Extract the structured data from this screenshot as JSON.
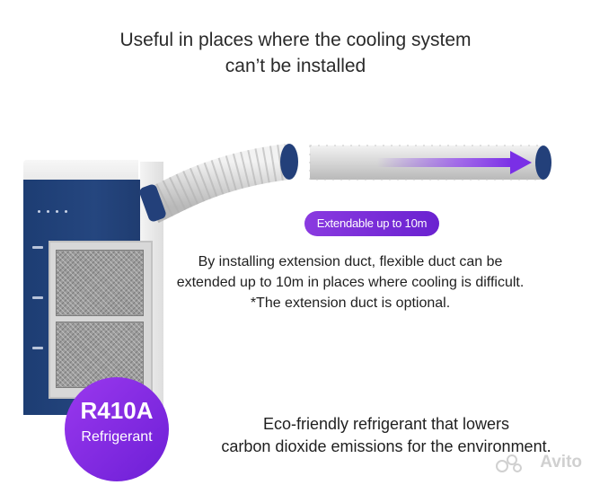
{
  "headline": {
    "line1": "Useful in places where the cooling system",
    "line2": "can’t be installed"
  },
  "pill_label": "Extendable up to 10m",
  "description": {
    "line1": "By installing extension duct, flexible duct can be",
    "line2": "extended up to 10m in places where cooling is difficult.",
    "line3": "*The extension duct is optional."
  },
  "badge": {
    "title": "R410A",
    "subtitle": "Refrigerant"
  },
  "eco_text": {
    "line1": "Eco-friendly refrigerant that lowers",
    "line2": "carbon dioxide emissions for the environment."
  },
  "watermark": "Avito",
  "colors": {
    "accent_purple": "#7b2fe0",
    "unit_navy": "#1f3f77",
    "arrow_purple": "#7a2fe6"
  }
}
